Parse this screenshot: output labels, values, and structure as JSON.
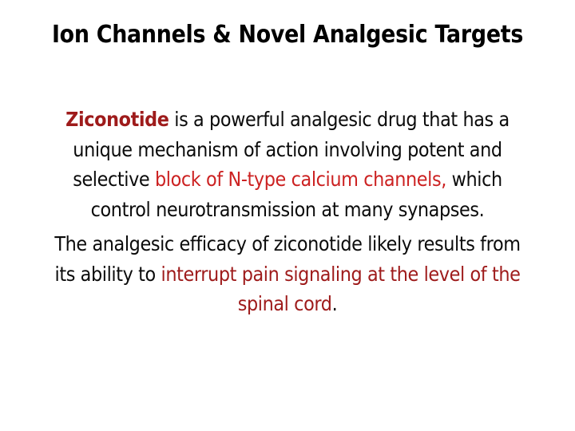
{
  "slide": {
    "background_color": "#FFFFFF",
    "title": "Ion Channels & Novel Analgesic Targets",
    "colors": {
      "body_text": "#0B0B0B",
      "highlight_bright_red": "#CC2222",
      "highlight_dark_maroon": "#9E1B1B",
      "title_text": "#000000"
    },
    "paragraphs": [
      {
        "id": "paragraph-1",
        "runs": [
          {
            "text": "Ziconotide",
            "style": "emph-bold",
            "color": "#9E1B1B"
          },
          {
            "text": " is a powerful analgesic drug that has a unique mechanism of action involving potent and selective ",
            "style": "normal",
            "color": "#0B0B0B"
          },
          {
            "text": "block of N-type calcium channels,",
            "style": "normal",
            "color": "#CC2222"
          },
          {
            "text": " which control neurotransmission at many synapses.",
            "style": "normal",
            "color": "#0B0B0B"
          }
        ]
      },
      {
        "id": "paragraph-2",
        "runs": [
          {
            "text": "The analgesic efficacy of ziconotide likely results from its ability to ",
            "style": "normal",
            "color": "#0B0B0B"
          },
          {
            "text": "interrupt pain signaling at the level of the spinal cord",
            "style": "normal",
            "color": "#9E1B1B"
          },
          {
            "text": ".",
            "style": "normal",
            "color": "#0B0B0B"
          }
        ]
      }
    ]
  }
}
